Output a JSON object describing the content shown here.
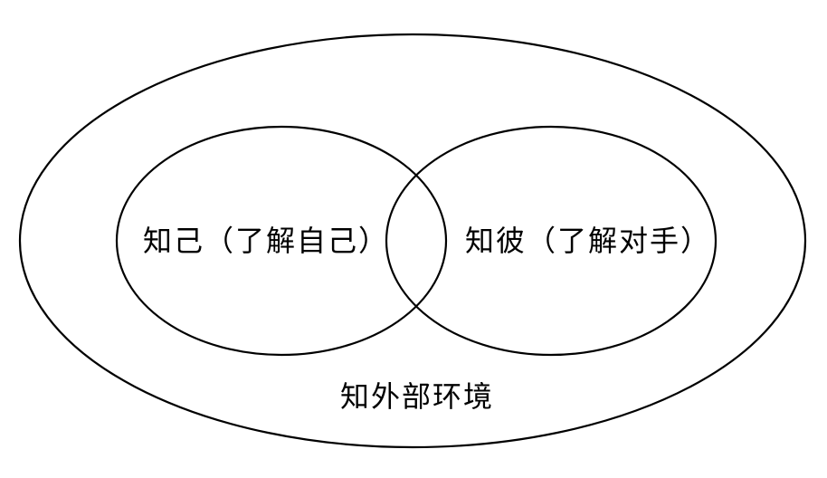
{
  "diagram": {
    "outer_label": "知外部环境",
    "left_circle_label": "知己（了解自己）",
    "right_circle_label": "知彼（了解对手）"
  },
  "colors": {
    "stroke": "#000000",
    "background": "#ffffff",
    "text": "#000000"
  }
}
